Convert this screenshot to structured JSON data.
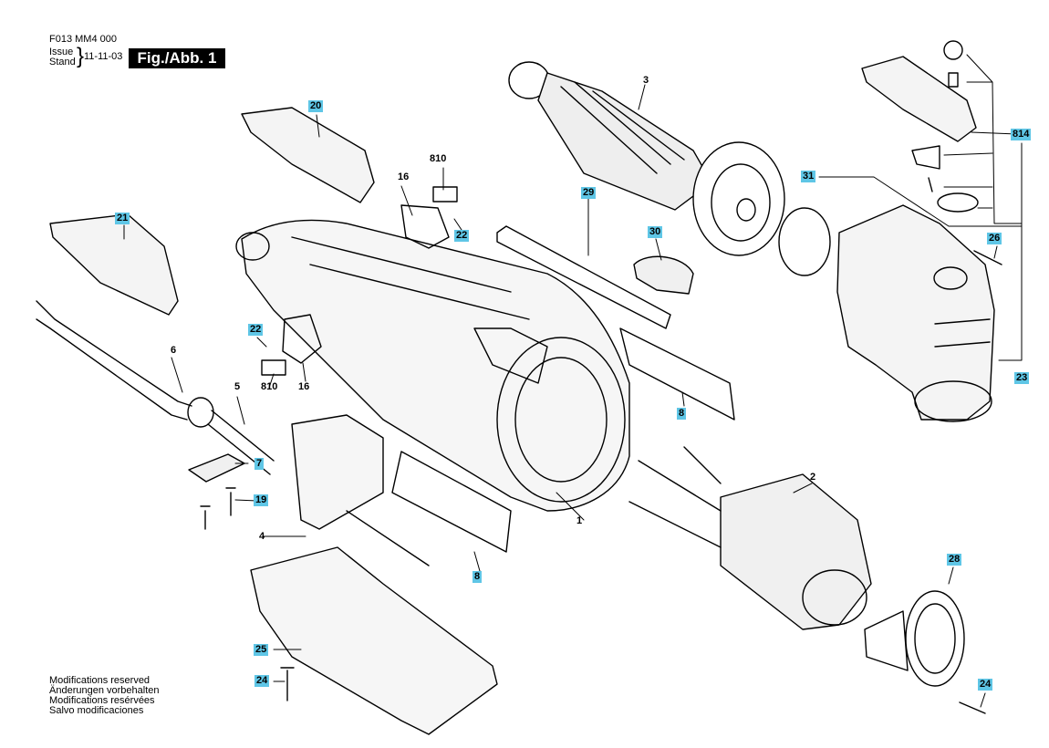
{
  "header": {
    "code": "F013 MM4 000",
    "issue_label": "Issue",
    "stand_label": "Stand",
    "date": "11-11-03",
    "figure": "Fig./Abb. 1"
  },
  "notes": [
    "Modifications reserved",
    "Änderungen vorbehalten",
    "Modifications resérvées",
    "Salvo modificaciones"
  ],
  "callouts": {
    "c1": "1",
    "c2": "2",
    "c3": "3",
    "c4": "4",
    "c5": "5",
    "c6": "6",
    "c7": "7",
    "c8a": "8",
    "c8b": "8",
    "c16a": "16",
    "c16b": "16",
    "c19": "19",
    "c20": "20",
    "c21": "21",
    "c22a": "22",
    "c22b": "22",
    "c23": "23",
    "c24a": "24",
    "c24b": "24",
    "c25": "25",
    "c26": "26",
    "c28": "28",
    "c29": "29",
    "c30": "30",
    "c31": "31",
    "c810a": "810",
    "c810b": "810",
    "c814": "814"
  },
  "colors": {
    "callout_highlight": "#5fc6e6",
    "ink": "#000000"
  }
}
